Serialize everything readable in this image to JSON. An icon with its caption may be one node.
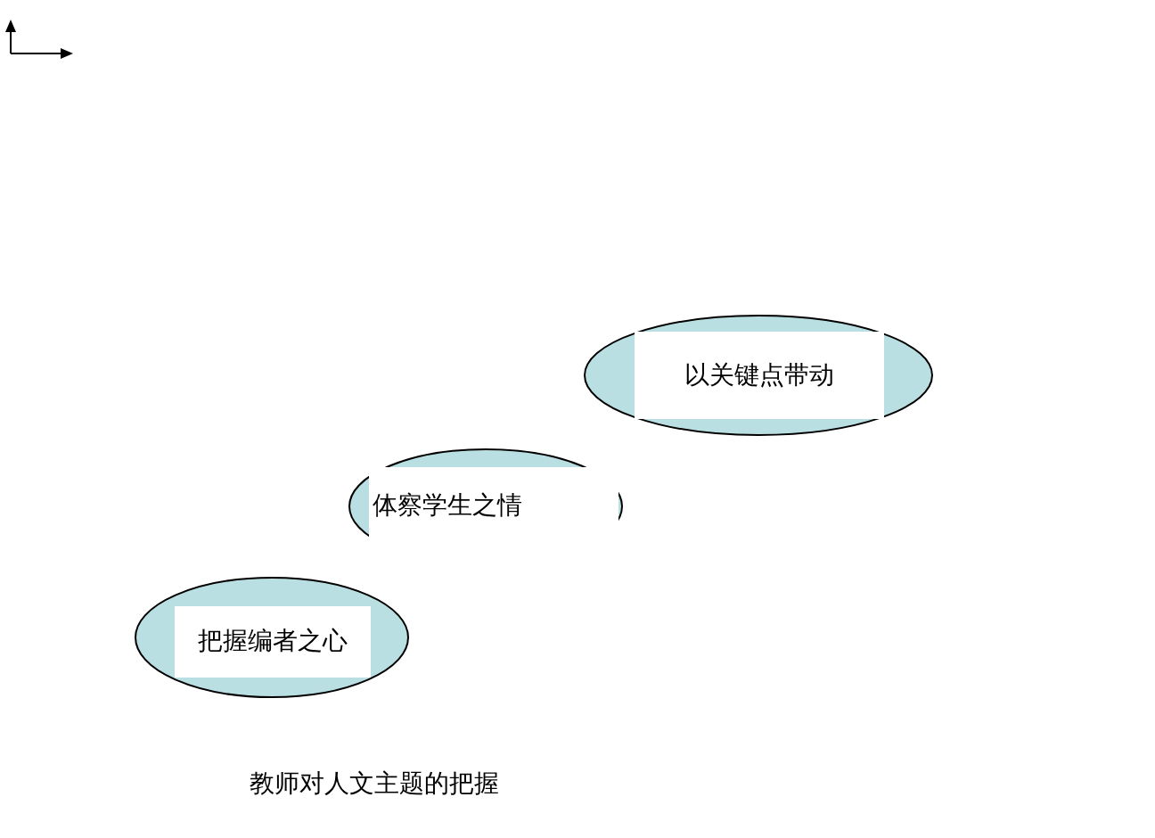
{
  "diagram": {
    "caption": "教师对人文主题的把握",
    "nodes": [
      {
        "text": [
          "以关键点带动"
        ]
      },
      {
        "text": [
          "体察学生之情"
        ]
      },
      {
        "text": [
          "把握编者之心"
        ]
      }
    ]
  }
}
